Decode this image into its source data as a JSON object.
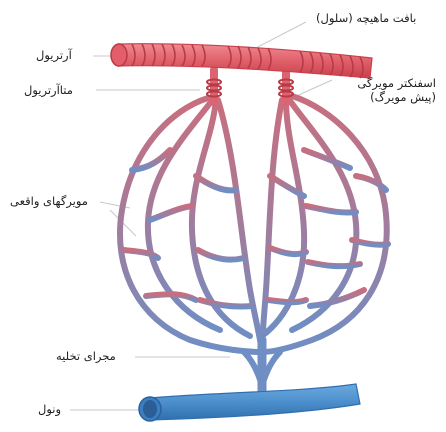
{
  "labels": {
    "muscle_tissue": "بافت ماهیچه (سلول)",
    "arteriole": "آرتریول",
    "metarteriole": "متاآرتریول",
    "precapillary_sphincter_line1": "اسفنکتر مویرگی",
    "precapillary_sphincter_line2": "(پیش مویرگ)",
    "true_capillaries": "مویرگهای واقعی",
    "thoroughfare_channel": "مجرای تخلیه",
    "venule": "ونول"
  },
  "colors": {
    "arterial": "#e0606a",
    "arterial_dark": "#c9404c",
    "capillary_top": "#c86e7e",
    "capillary_bottom": "#6f8ec4",
    "venous": "#4d8fcc",
    "venous_dark": "#2f6fae",
    "pointer_line": "#c8c8c8"
  }
}
